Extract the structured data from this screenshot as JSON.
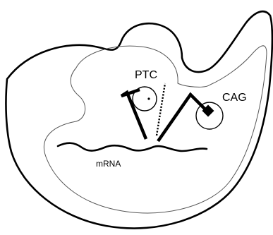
{
  "labels": {
    "ptc": "PTC",
    "cag": "CAG",
    "mrna": "mRNA"
  },
  "colors": {
    "stroke": "#000000",
    "background": "#ffffff"
  }
}
